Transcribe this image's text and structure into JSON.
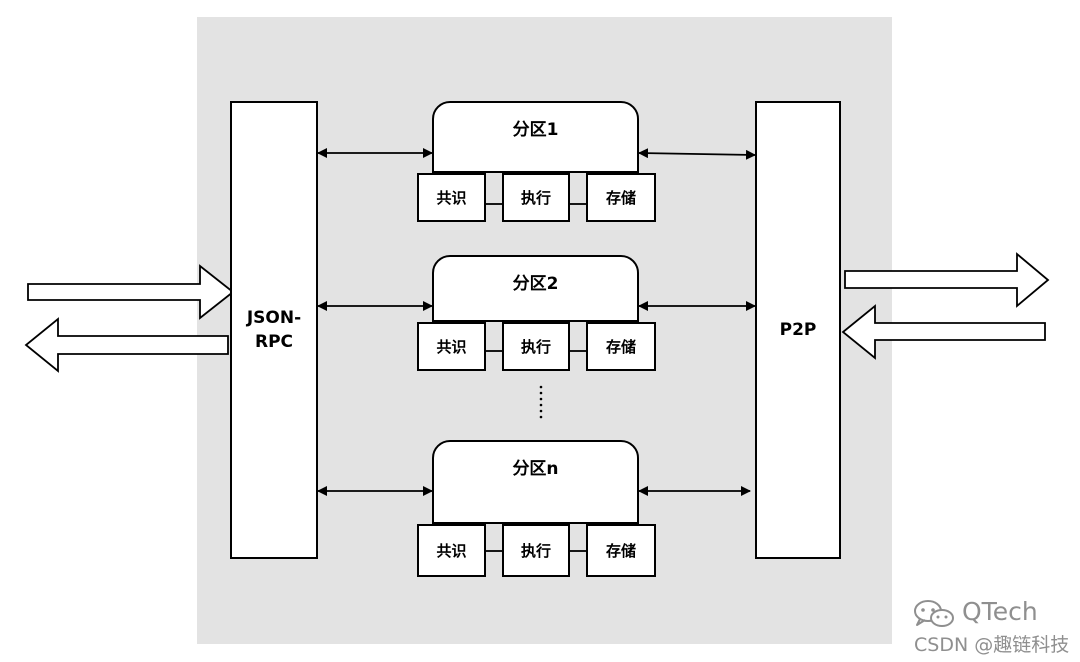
{
  "left_box": {
    "line1": "JSON-",
    "line2": "RPC"
  },
  "right_box": {
    "label": "P2P"
  },
  "partitions": [
    {
      "title": "分区1",
      "modules": [
        "共识",
        "执行",
        "存储"
      ]
    },
    {
      "title": "分区2",
      "modules": [
        "共识",
        "执行",
        "存储"
      ]
    },
    {
      "title": "分区n",
      "modules": [
        "共识",
        "执行",
        "存储"
      ]
    }
  ],
  "watermark": {
    "brand": "QTech",
    "credit": "CSDN @趣链科技"
  },
  "icons": {
    "wechat": "wechat-icon",
    "ellipsis": "vertical-ellipsis-icon"
  },
  "colors": {
    "panel": "#e3e3e3",
    "stroke": "#000000",
    "watermark": "#8f8f8f"
  }
}
